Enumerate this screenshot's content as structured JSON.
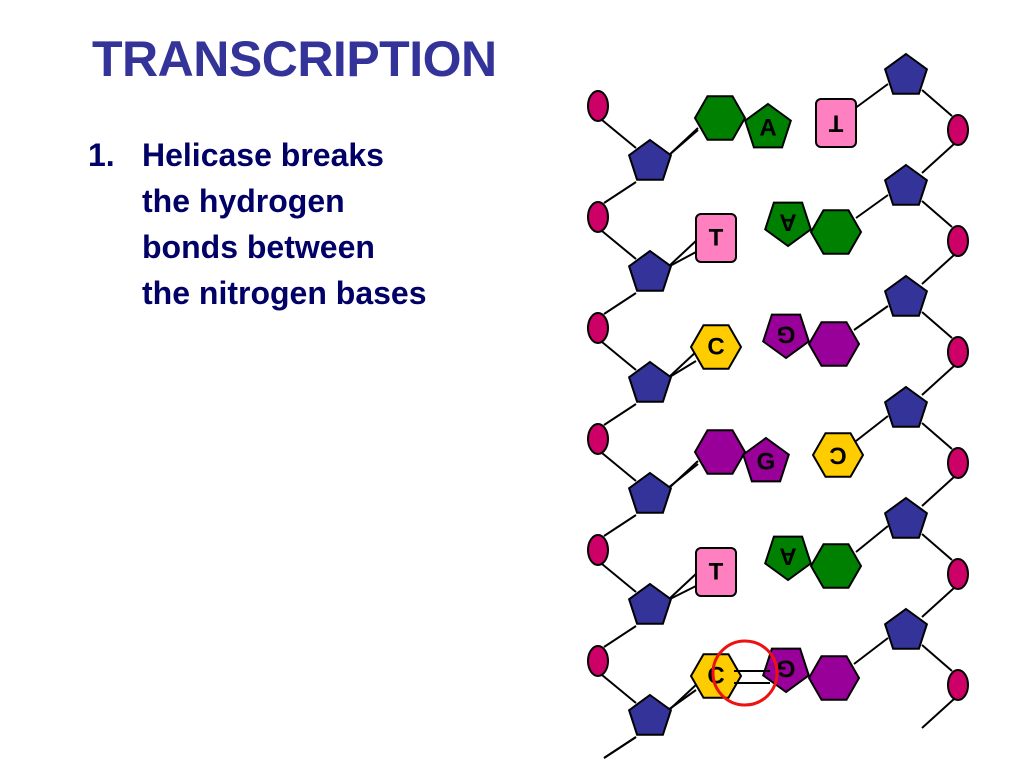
{
  "slide": {
    "title": "TRANSCRIPTION",
    "step_number": "1.",
    "step_lines": [
      "Helicase breaks",
      "the hydrogen",
      "bonds between",
      "the nitrogen bases"
    ]
  },
  "colors": {
    "title": "#333399",
    "body_text": "#000066",
    "sugar": "#333399",
    "phosphate": "#cc0066",
    "adenine": "#008000",
    "thymine": "#ff80c0",
    "cytosine": "#ffcc00",
    "guanine": "#990099",
    "highlight_circle": "#ee1111"
  },
  "dna": {
    "base_pairs": [
      {
        "left": "A",
        "right": "T"
      },
      {
        "left": "T",
        "right": "A"
      },
      {
        "left": "C",
        "right": "G"
      },
      {
        "left": "G",
        "right": "C"
      },
      {
        "left": "T",
        "right": "A"
      },
      {
        "left": "C",
        "right": "G"
      }
    ]
  }
}
